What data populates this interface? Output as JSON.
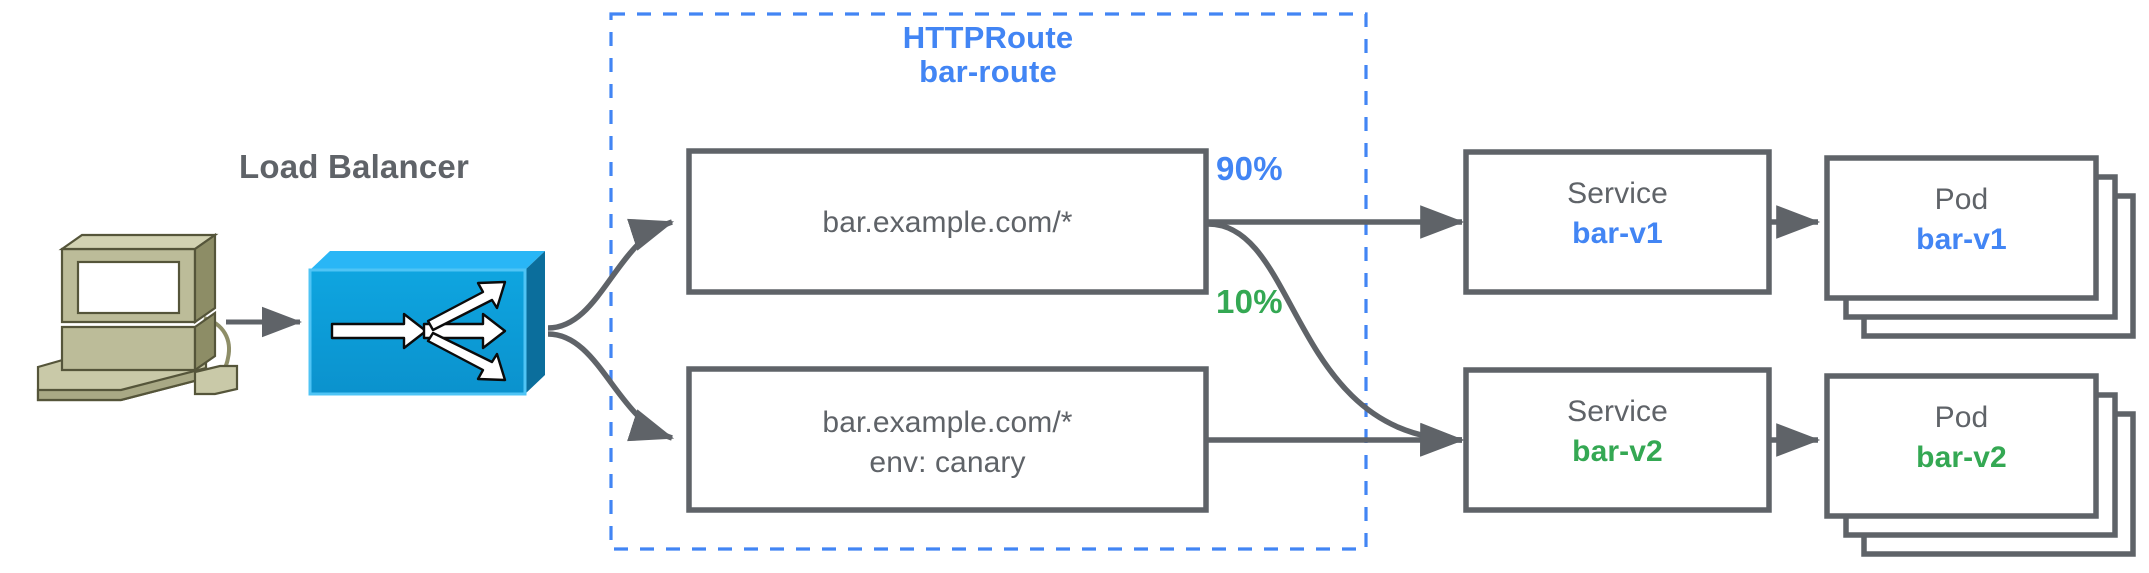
{
  "diagram": {
    "title_hidden": "",
    "colors": {
      "blue": "#4285f4",
      "green": "#34a853",
      "gray": "#5f6368",
      "lb_face": "#0d9ddb",
      "lb_top": "#29b6f6",
      "lb_side": "#0b6e9c",
      "workstation_body": "#a8a881",
      "workstation_light": "#c5c5a2",
      "workstation_screen": "#ffffff"
    },
    "load_balancer": {
      "label": "Load Balancer",
      "icon": "load-balancer-switch-icon"
    },
    "client": {
      "icon": "workstation-computer-icon"
    },
    "httproute": {
      "kind": "HTTPRoute",
      "name": "bar-route",
      "rules": [
        {
          "text": "bar.example.com/*"
        },
        {
          "text_line1": "bar.example.com/*",
          "text_line2": "env: canary"
        }
      ],
      "weights": [
        {
          "label": "90%",
          "color": "#4285f4"
        },
        {
          "label": "10%",
          "color": "#34a853"
        }
      ]
    },
    "backends": [
      {
        "service_kind": "Service",
        "service_name": "bar-v1",
        "pod_kind": "Pod",
        "pod_name": "bar-v1",
        "color": "#4285f4",
        "pod_replicas": 3
      },
      {
        "service_kind": "Service",
        "service_name": "bar-v2",
        "pod_kind": "Pod",
        "pod_name": "bar-v2",
        "color": "#34a853",
        "pod_replicas": 3
      }
    ]
  }
}
